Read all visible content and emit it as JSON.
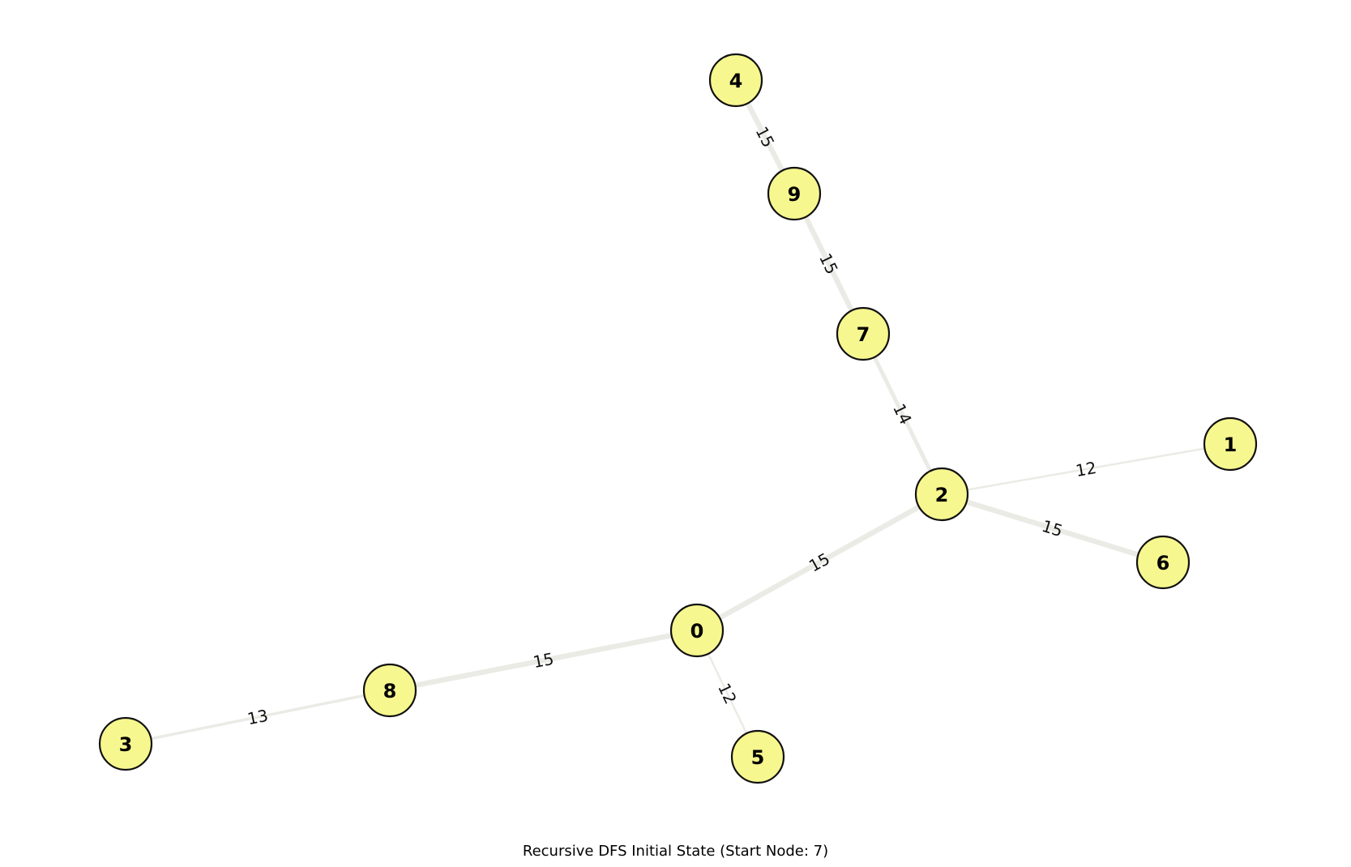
{
  "caption": "Recursive DFS Initial State (Start Node: 7)",
  "colors": {
    "node_fill": "#f7f78f",
    "node_stroke": "#111111",
    "edge": "#ebebe6"
  },
  "graph": {
    "nodes": [
      {
        "id": "0"
      },
      {
        "id": "1"
      },
      {
        "id": "2"
      },
      {
        "id": "3"
      },
      {
        "id": "4"
      },
      {
        "id": "5"
      },
      {
        "id": "6"
      },
      {
        "id": "7"
      },
      {
        "id": "8"
      },
      {
        "id": "9"
      }
    ],
    "edges": [
      {
        "source": "4",
        "target": "9",
        "weight": "15"
      },
      {
        "source": "9",
        "target": "7",
        "weight": "15"
      },
      {
        "source": "7",
        "target": "2",
        "weight": "14"
      },
      {
        "source": "2",
        "target": "1",
        "weight": "12"
      },
      {
        "source": "2",
        "target": "6",
        "weight": "15"
      },
      {
        "source": "2",
        "target": "0",
        "weight": "15"
      },
      {
        "source": "0",
        "target": "8",
        "weight": "15"
      },
      {
        "source": "0",
        "target": "5",
        "weight": "12"
      },
      {
        "source": "8",
        "target": "3",
        "weight": "13"
      }
    ]
  }
}
